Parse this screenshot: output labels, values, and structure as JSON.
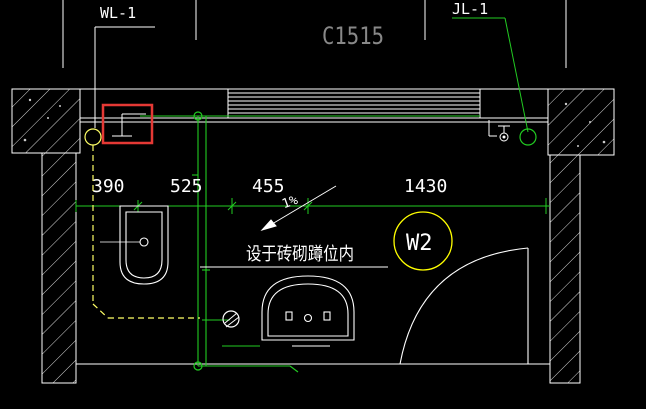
{
  "pipe_labels": {
    "waste": "WL-1",
    "water": "JL-1"
  },
  "window_tag": "C1515",
  "dimensions": [
    "390",
    "525",
    "455",
    "1430"
  ],
  "slope_mark": "1%",
  "annotation": "设于砖砌蹲位内",
  "room_tag": "W2",
  "colors": {
    "background": "#000000",
    "wall": "#ffffff",
    "pipe": "#22cc22",
    "fixture": "#ffffff",
    "dashed": "#ffff66",
    "window_tag": "#888888",
    "highlight": "#e53935",
    "room_circle": "#ffff00"
  }
}
